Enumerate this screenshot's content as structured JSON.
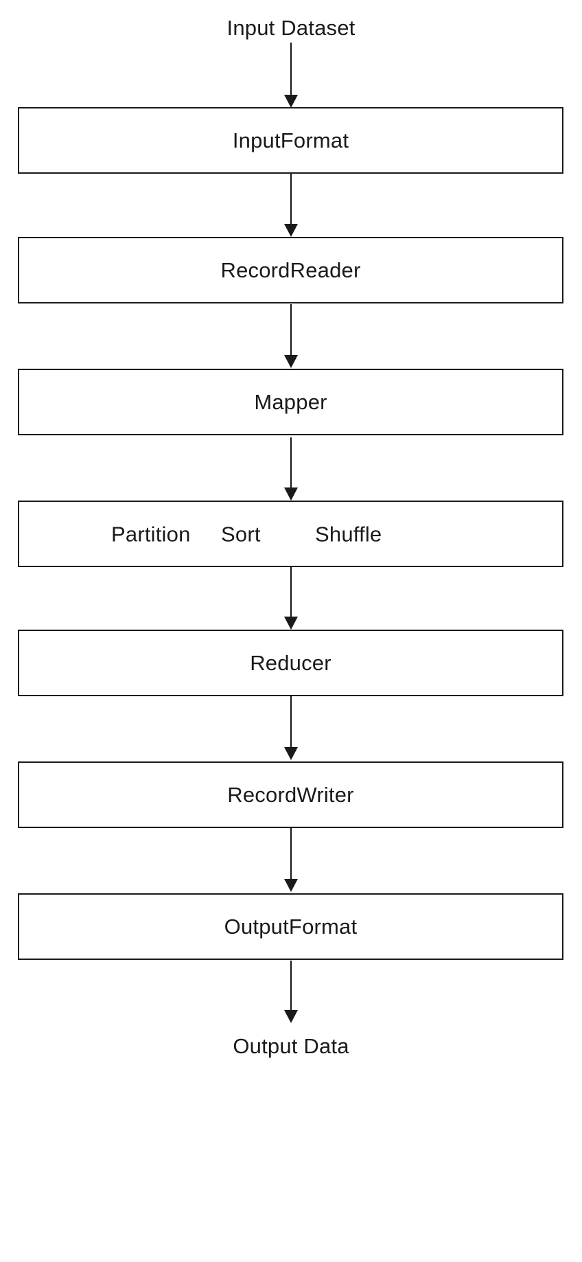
{
  "diagram": {
    "title_top": "Input Dataset",
    "title_bottom": "Output Data",
    "stroke_color": "#1a1a1a",
    "background_color": "#ffffff",
    "nodes": [
      {
        "id": "input-dataset",
        "label": "Input Dataset",
        "shape": "text"
      },
      {
        "id": "input-format",
        "label": "InputFormat",
        "shape": "rect"
      },
      {
        "id": "record-reader",
        "label": "RecordReader",
        "shape": "rect"
      },
      {
        "id": "mapper",
        "label": "Mapper",
        "shape": "rect"
      },
      {
        "id": "partition-sort-shuffle",
        "shape": "rect",
        "labels": [
          "Partition",
          "Sort",
          "Shuffle"
        ]
      },
      {
        "id": "reducer",
        "label": "Reducer",
        "shape": "rect"
      },
      {
        "id": "record-writer",
        "label": "RecordWriter",
        "shape": "rect"
      },
      {
        "id": "output-format",
        "label": "OutputFormat",
        "shape": "rect"
      },
      {
        "id": "output-data",
        "label": "Output Data",
        "shape": "text"
      }
    ],
    "phase_labels": {
      "partition": "Partition",
      "sort": "Sort",
      "shuffle": "Shuffle"
    },
    "edges": [
      {
        "from": "input-dataset",
        "to": "input-format",
        "arrow": "down"
      },
      {
        "from": "input-format",
        "to": "record-reader",
        "arrow": "down"
      },
      {
        "from": "record-reader",
        "to": "mapper",
        "arrow": "down"
      },
      {
        "from": "mapper",
        "to": "partition-sort-shuffle",
        "arrow": "down"
      },
      {
        "from": "partition-sort-shuffle",
        "to": "reducer",
        "arrow": "down"
      },
      {
        "from": "reducer",
        "to": "record-writer",
        "arrow": "down"
      },
      {
        "from": "record-writer",
        "to": "output-format",
        "arrow": "down"
      },
      {
        "from": "output-format",
        "to": "output-data",
        "arrow": "down"
      }
    ]
  }
}
